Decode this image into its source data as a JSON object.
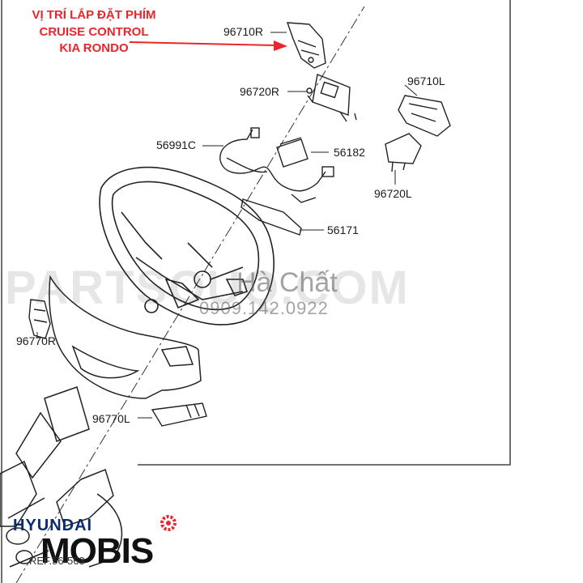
{
  "annotation": {
    "line1": "VỊ TRÍ LẮP ĐẶT PHÍM",
    "line2": "CRUISE CONTROL",
    "line3": "KIA RONDO",
    "color": "#e8262c"
  },
  "parts": {
    "p96710R": "96710R",
    "p96720R": "96720R",
    "p96710L": "96710L",
    "p56991C": "56991C",
    "p56182": "56182",
    "p96720L": "96720L",
    "p56171": "56171",
    "p96770R": "96770R",
    "p96770L": "96770L"
  },
  "watermark": {
    "site": "PARTSOUQ.COM",
    "shop": "Hà Chất",
    "phone": "0909.142.0922"
  },
  "logo": {
    "brand": "HYUNDAI",
    "name": "MOBIS"
  },
  "reference": "REF.56-563"
}
